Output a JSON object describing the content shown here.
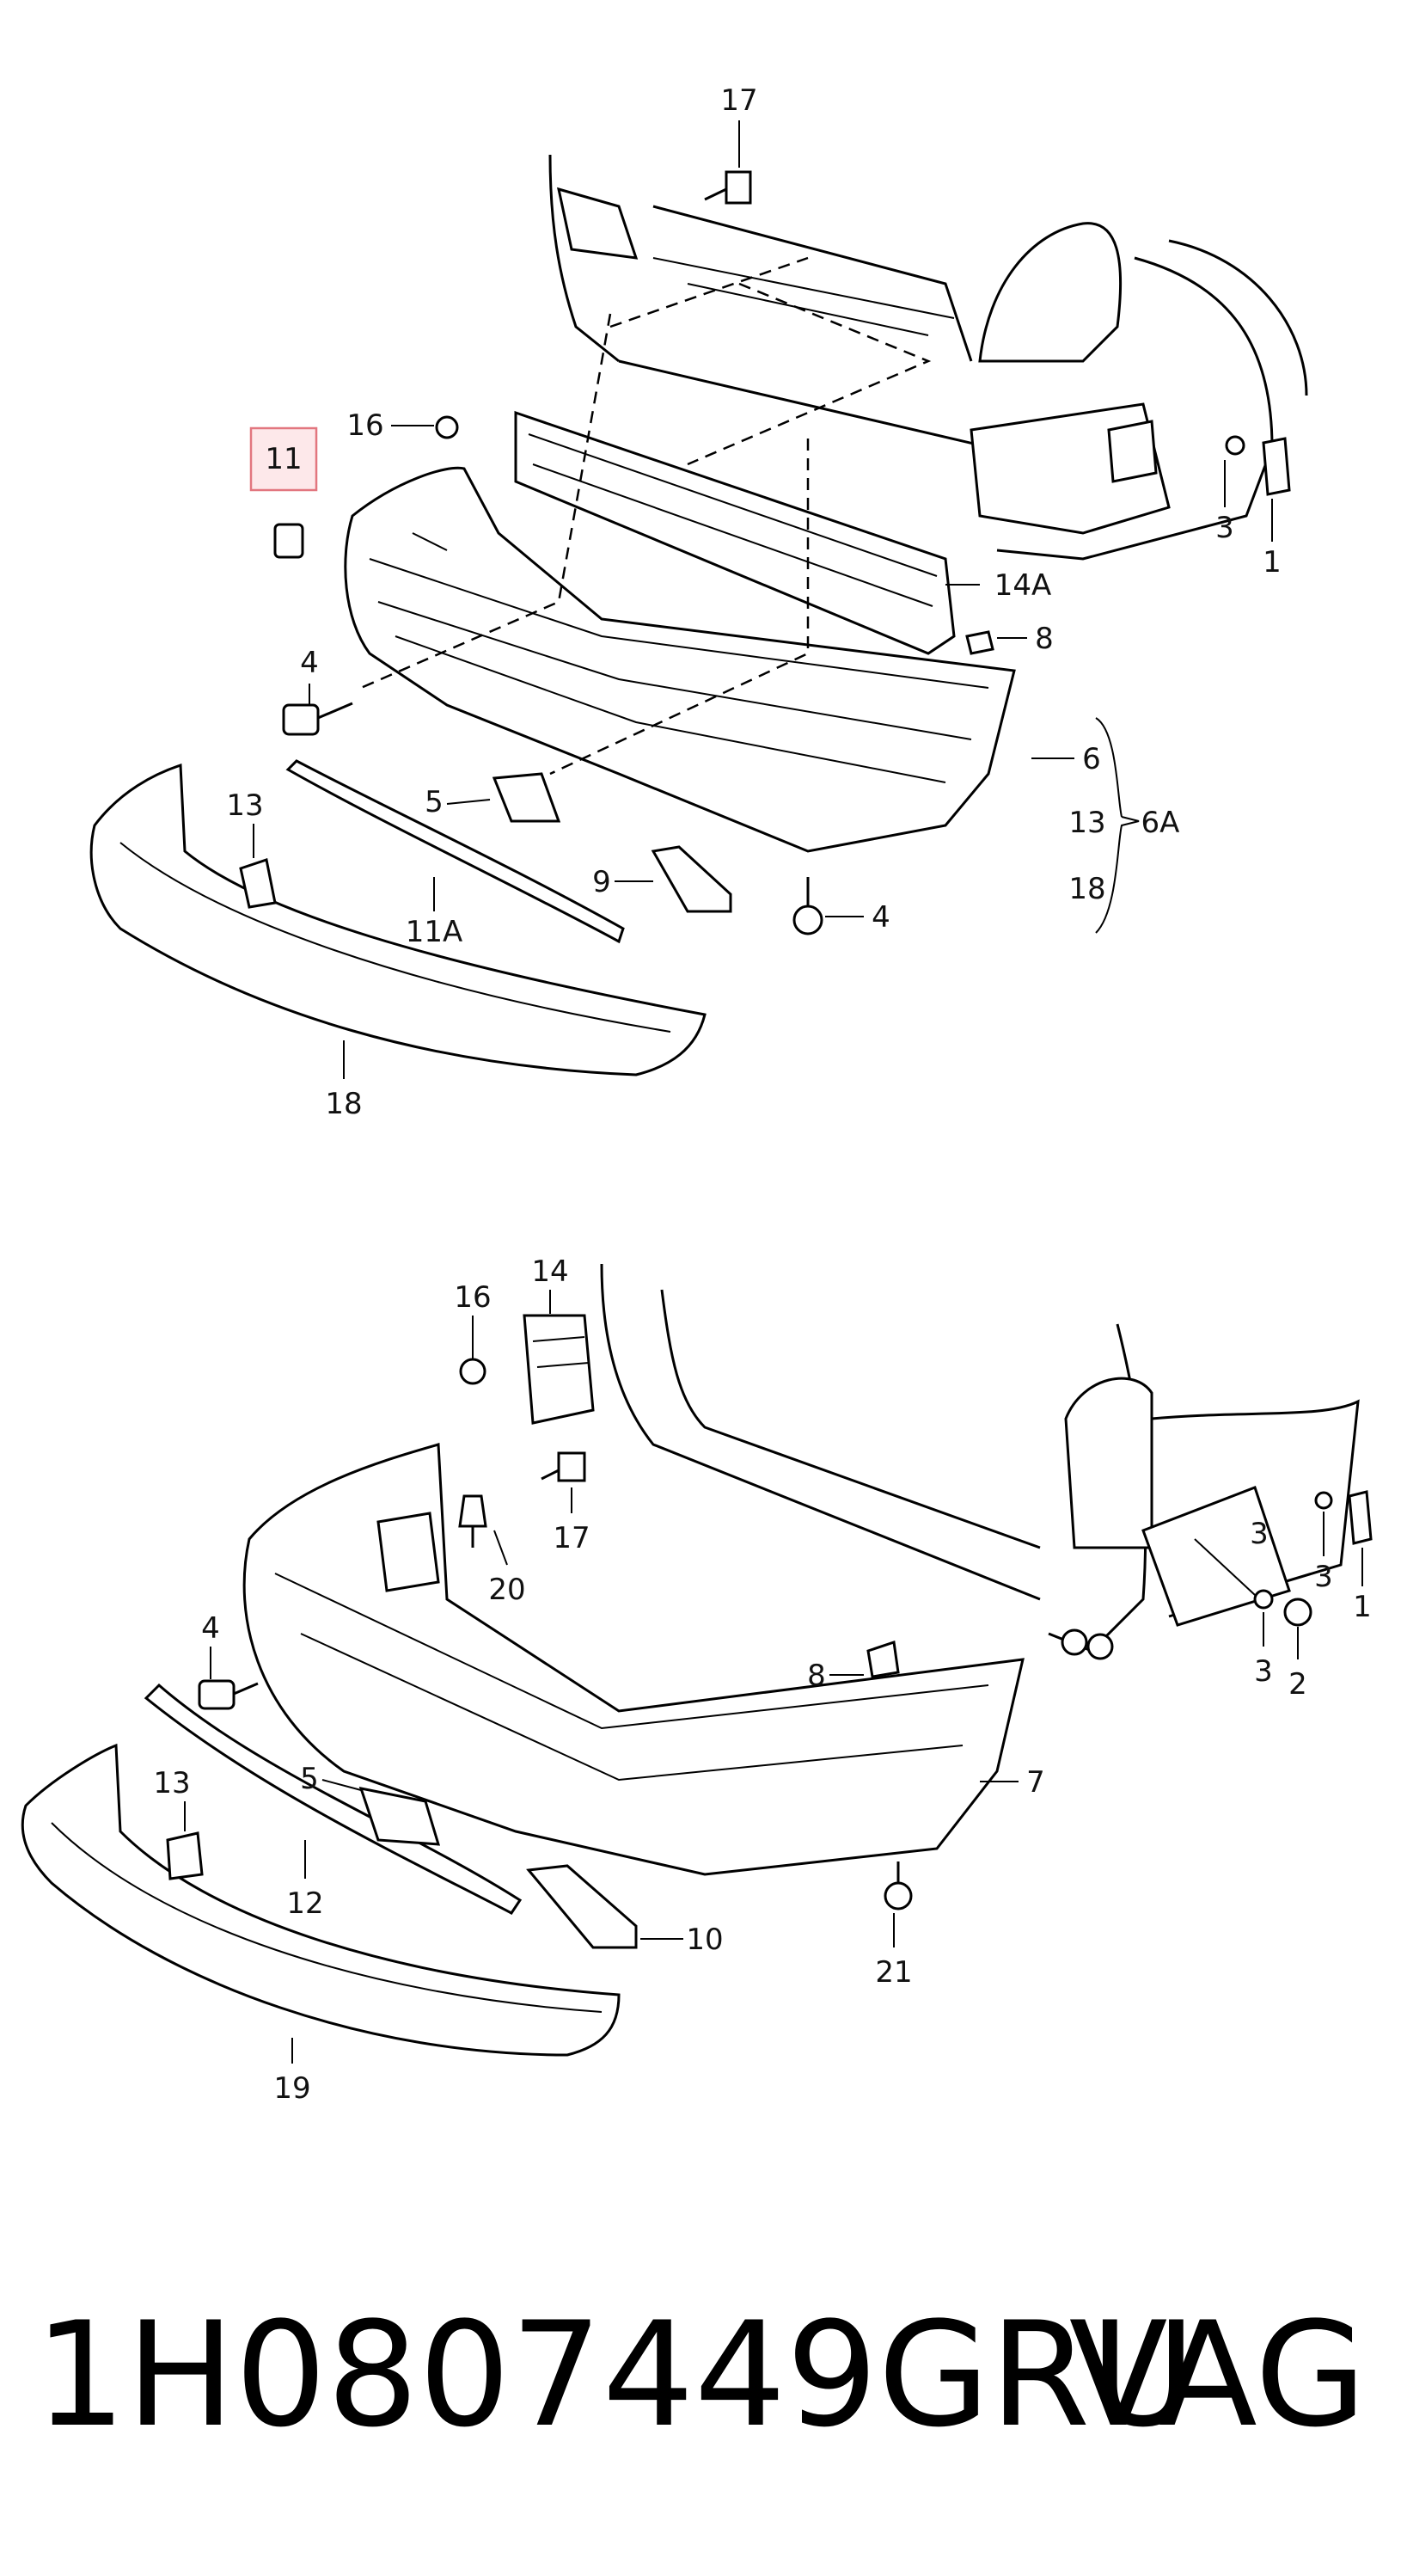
{
  "diagram_top": {
    "labels": [
      "17",
      "16",
      "11",
      "14A",
      "8",
      "4",
      "6",
      "13",
      "6A",
      "18",
      "5",
      "11A",
      "9",
      "4",
      "13",
      "18",
      "3",
      "1"
    ],
    "highlighted": "11"
  },
  "diagram_bottom": {
    "labels": [
      "14",
      "16",
      "17",
      "20",
      "4",
      "8",
      "13",
      "5",
      "12",
      "10",
      "7",
      "21",
      "19",
      "3",
      "1",
      "3",
      "2",
      "3"
    ]
  },
  "footer": {
    "part_number": "1H0807449GRU",
    "brand": "VAG"
  }
}
